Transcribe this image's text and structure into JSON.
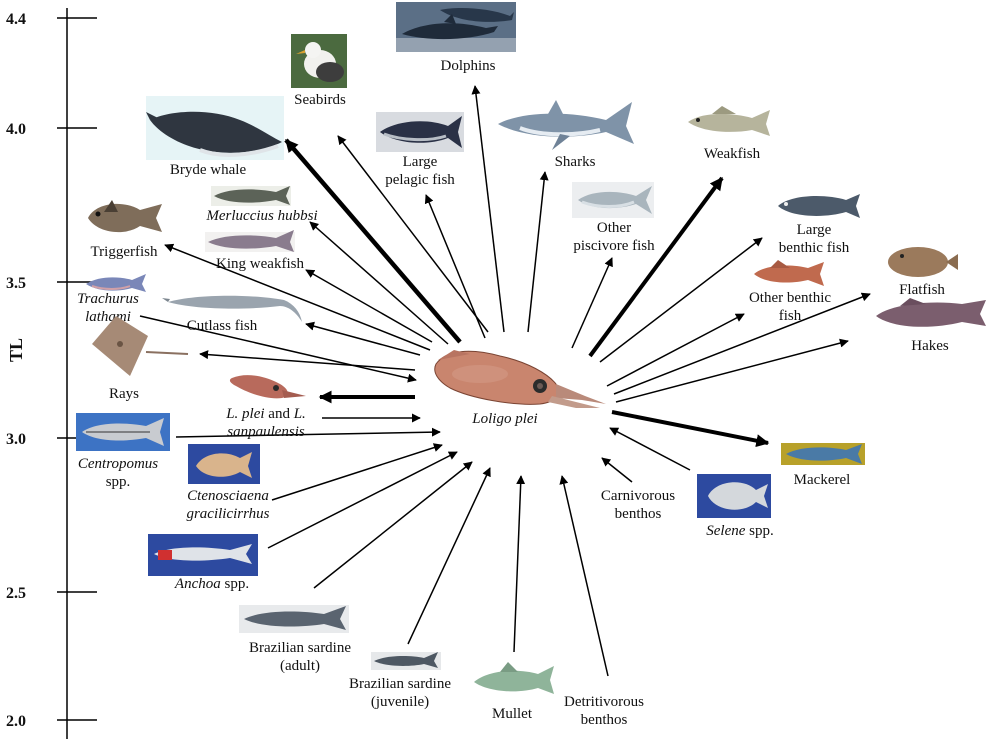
{
  "axis": {
    "title": "TL",
    "ticks": [
      "4.4",
      "4.0",
      "3.5",
      "3.0",
      "2.5",
      "2.0"
    ]
  },
  "center": {
    "label": "Loligo plei"
  },
  "nodes": {
    "dolphins": "Dolphins",
    "seabirds": "Seabirds",
    "bryde_whale": "Bryde whale",
    "large_pelagic_1": "Large",
    "large_pelagic_2": "pelagic fish",
    "sharks": "Sharks",
    "weakfish": "Weakfish",
    "merluccius": "Merluccius hubbsi",
    "other_piscivore_1": "Other",
    "other_piscivore_2": "piscivore fish",
    "triggerfish": "Triggerfish",
    "king_weakfish": "King weakfish",
    "large_benthic_1": "Large",
    "large_benthic_2": "benthic fish",
    "flatfish": "Flatfish",
    "trachurus_1": "Trachurus",
    "trachurus_2": "lathami",
    "cutlass": "Cutlass fish",
    "other_benthic_1": "Other benthic",
    "other_benthic_2": "fish",
    "hakes": "Hakes",
    "rays": "Rays",
    "lplei_1a": "L. plei",
    "lplei_1b": " and ",
    "lplei_1c": "L.",
    "lplei_2": "sanpaulensis",
    "centropomus_1": "Centropomus",
    "centropomus_2": "spp.",
    "ctenosciaena_1": "Ctenosciaena",
    "ctenosciaena_2": "gracilicirrhus",
    "mackerel": "Mackerel",
    "carnivorous_1": "Carnivorous",
    "carnivorous_2": "benthos",
    "selene_1": "Selene",
    "selene_2": " spp.",
    "anchoa_1": "Anchoa",
    "anchoa_2": " spp.",
    "sardine_adult_1": "Brazilian sardine",
    "sardine_adult_2": "(adult)",
    "sardine_juv_1": "Brazilian sardine",
    "sardine_juv_2": "(juvenile)",
    "mullet": "Mullet",
    "detritivorous_1": "Detritivorous",
    "detritivorous_2": "benthos"
  },
  "colors": {
    "arrow": "#000000",
    "squid": "#c9856e",
    "photo_blue_bg": "#3d73c4",
    "photo_sea_bg": "#5b6f86",
    "photo_gold_bg": "#b8a12a",
    "photo_light_bg": "#e6f4f6"
  }
}
